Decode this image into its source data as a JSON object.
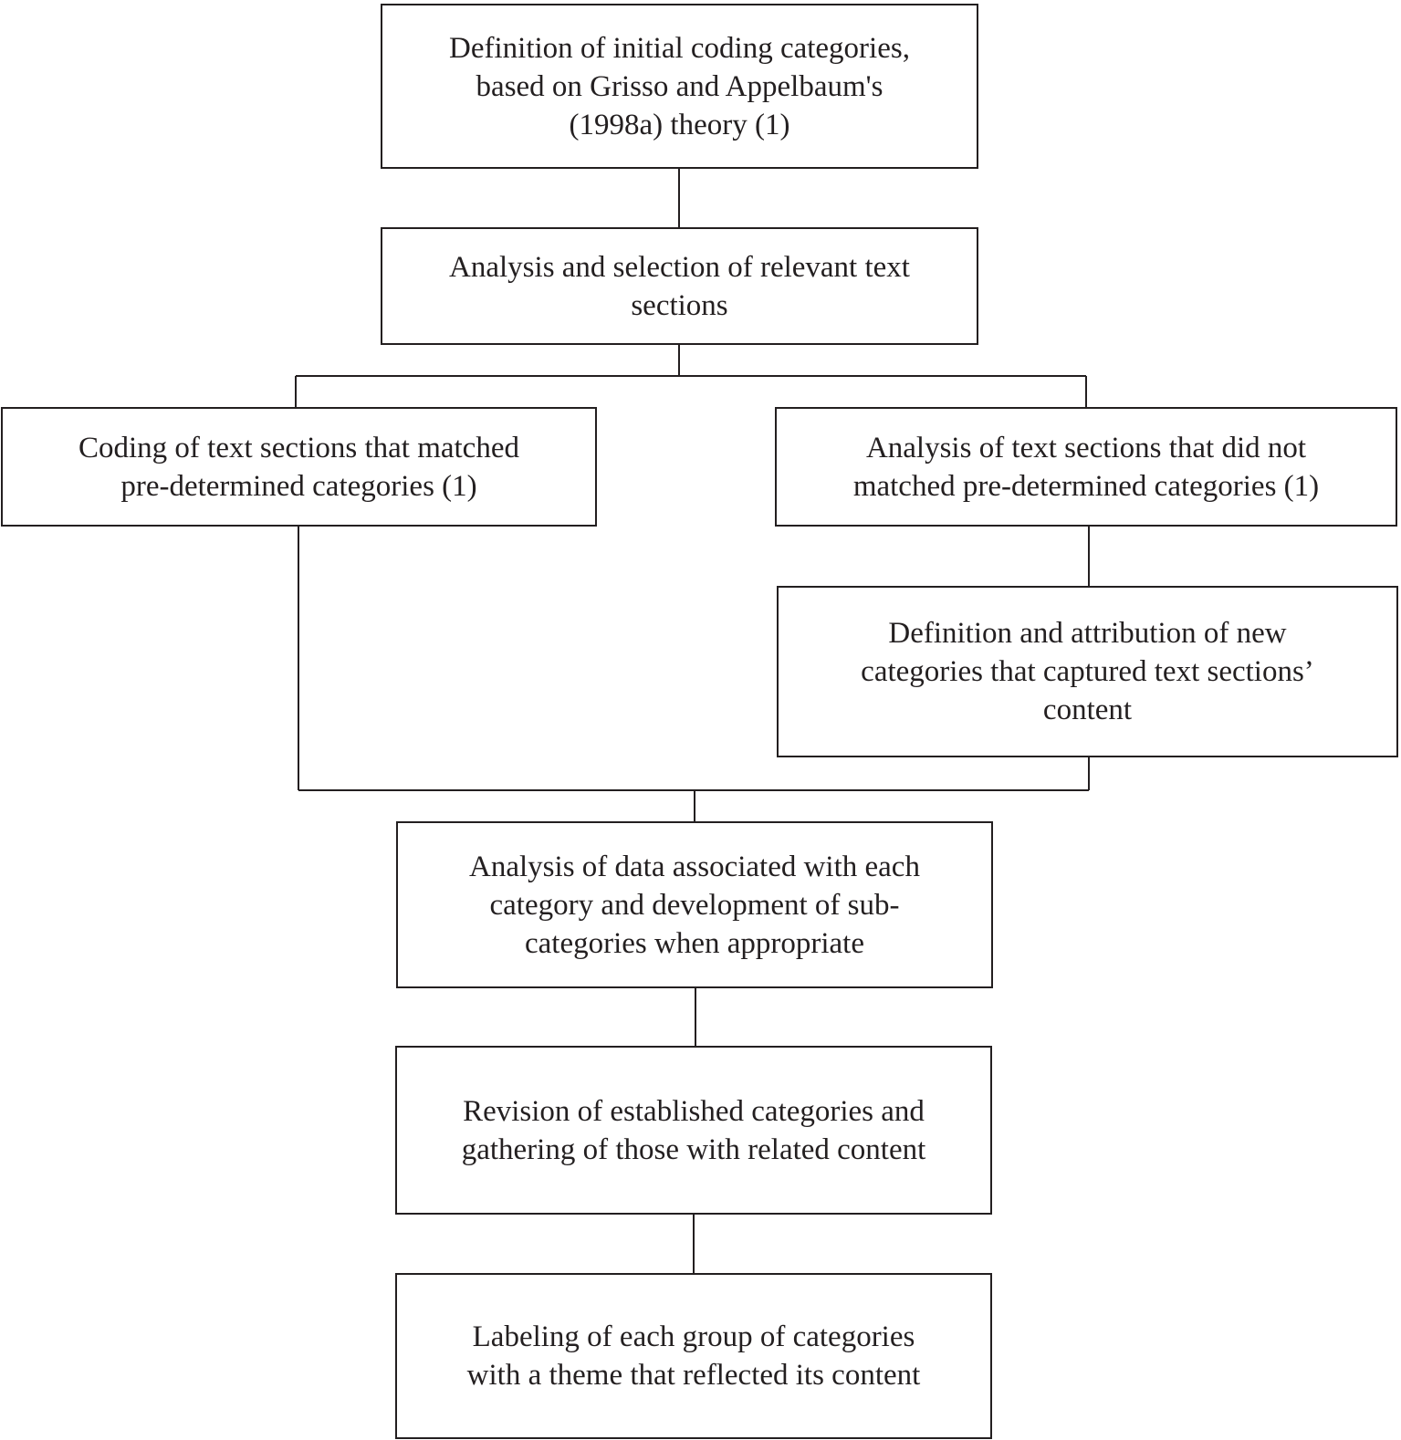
{
  "diagram": {
    "line_color": "#231f20",
    "box_border_color": "#231f20",
    "background": "#ffffff",
    "steps": {
      "step1": [
        "Definition of initial coding categories,",
        "based on Grisso and Appelbaum's",
        "(1998a) theory (1)"
      ],
      "step2": [
        "Analysis and selection of relevant text",
        "sections"
      ],
      "step3_left": [
        "Coding of text sections that matched",
        "pre-determined categories (1)"
      ],
      "step3_right": [
        "Analysis of text sections that did not",
        "matched pre-determined categories (1)"
      ],
      "step4_right": [
        "Definition and attribution of new",
        "categories that captured text sections’",
        "content"
      ],
      "step5": [
        "Analysis of data associated with each",
        "category and development of sub-",
        "categories when appropriate"
      ],
      "step6": [
        "Revision of established categories and",
        "gathering of those with related content"
      ],
      "step7": [
        "Labeling of each group of categories",
        "with a theme that reflected its content"
      ]
    }
  }
}
